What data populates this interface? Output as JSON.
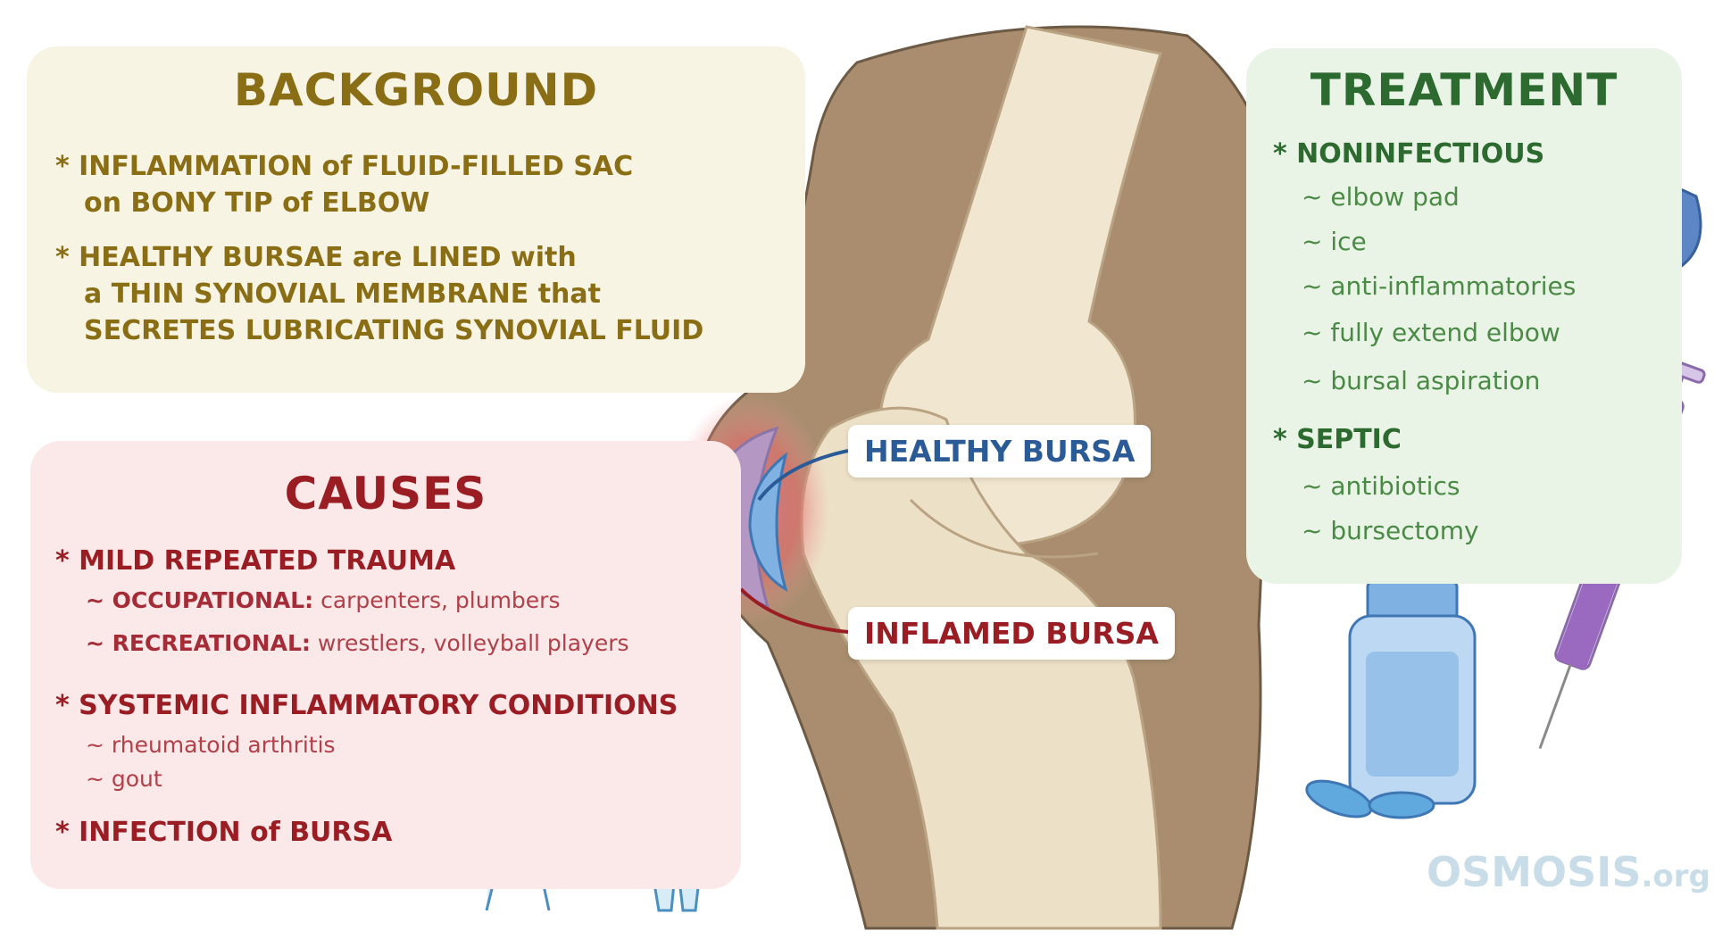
{
  "background": {
    "title": "BACKGROUND",
    "bullets": [
      {
        "line1": "* INFLAMMATION of FLUID-FILLED SAC",
        "line2": "on BONY TIP of ELBOW"
      },
      {
        "line1": "* HEALTHY BURSAE are LINED with",
        "line2": "a THIN SYNOVIAL MEMBRANE that",
        "line3": "SECRETES LUBRICATING SYNOVIAL FLUID"
      }
    ]
  },
  "causes": {
    "title": "CAUSES",
    "mild": "* MILD REPEATED TRAUMA",
    "occupational_label": "~ OCCUPATIONAL:",
    "occupational_text": " carpenters, plumbers",
    "recreational_label": "~ RECREATIONAL:",
    "recreational_text": " wrestlers, volleyball players",
    "systemic": "* SYSTEMIC INFLAMMATORY CONDITIONS",
    "systemic_items": [
      "~ rheumatoid arthritis",
      "~ gout"
    ],
    "infection": "* INFECTION of BURSA"
  },
  "treatment": {
    "title": "TREATMENT",
    "noninfectious": "* NONINFECTIOUS",
    "noninfectious_items": [
      "~ elbow pad",
      "~ ice",
      "~ anti-inflammatories",
      "~ fully extend elbow",
      "~ bursal aspiration"
    ],
    "septic": "* SEPTIC",
    "septic_items": [
      "~ antibiotics",
      "~ bursectomy"
    ]
  },
  "labels": {
    "healthy": "HEALTHY BURSA",
    "inflamed": "INFLAMED BURSA"
  },
  "logo": {
    "main": "OSMOSIS",
    "suffix": ".org"
  },
  "colors": {
    "skin": "#a98d6e",
    "bone": "#f1e6d0",
    "healthy_bursa": "#7fb2e3",
    "inflamed_glow": "#e56b6b"
  }
}
